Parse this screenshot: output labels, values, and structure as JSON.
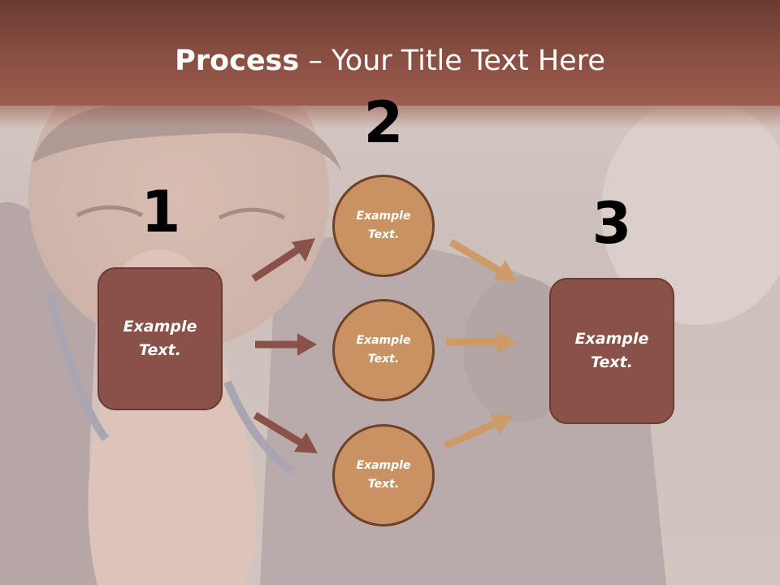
{
  "title": {
    "bold": "Process",
    "rest": " – Your Title Text Here"
  },
  "numbers": [
    "1",
    "2",
    "3"
  ],
  "left_box": {
    "text": "Example Text."
  },
  "circles": [
    {
      "text": "Example Text."
    },
    {
      "text": "Example Text."
    },
    {
      "text": "Example Text."
    }
  ],
  "right_box": {
    "text": "Example Text."
  },
  "colors": {
    "banner": "#8a4f43",
    "box_fill": "#8a5148",
    "circle_fill": "#c99262",
    "circle_border": "#6e4128",
    "arrow_dark": "#8a5148",
    "arrow_light": "#cf9a6a"
  }
}
